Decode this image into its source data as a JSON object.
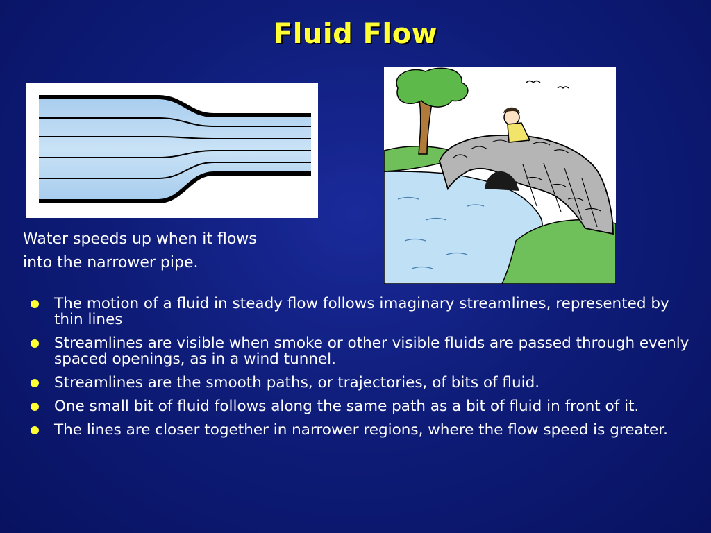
{
  "slide": {
    "title": "Fluid Flow",
    "caption": {
      "line1": "Water speeds up when it flows",
      "line2": "into the narrower pipe."
    },
    "bullets": [
      "The motion of a fluid in steady flow follows imaginary streamlines, represented by thin lines",
      "Streamlines are visible when smoke or other visible fluids are passed through evenly spaced openings, as in a wind tunnel.",
      "Streamlines are the smooth paths, or trajectories, of bits of fluid.",
      "One small bit of fluid follows along the same path as a bit of fluid in front of it.",
      "The lines are closer together in narrower regions, where the flow speed is greater."
    ]
  },
  "colors": {
    "background": "#0f1d7a",
    "title": "#ffff33",
    "text": "#ffffff",
    "bullet": "#ffff33",
    "water": "#b8d8f0"
  },
  "icons": {
    "bullet": "yellow-dot"
  }
}
